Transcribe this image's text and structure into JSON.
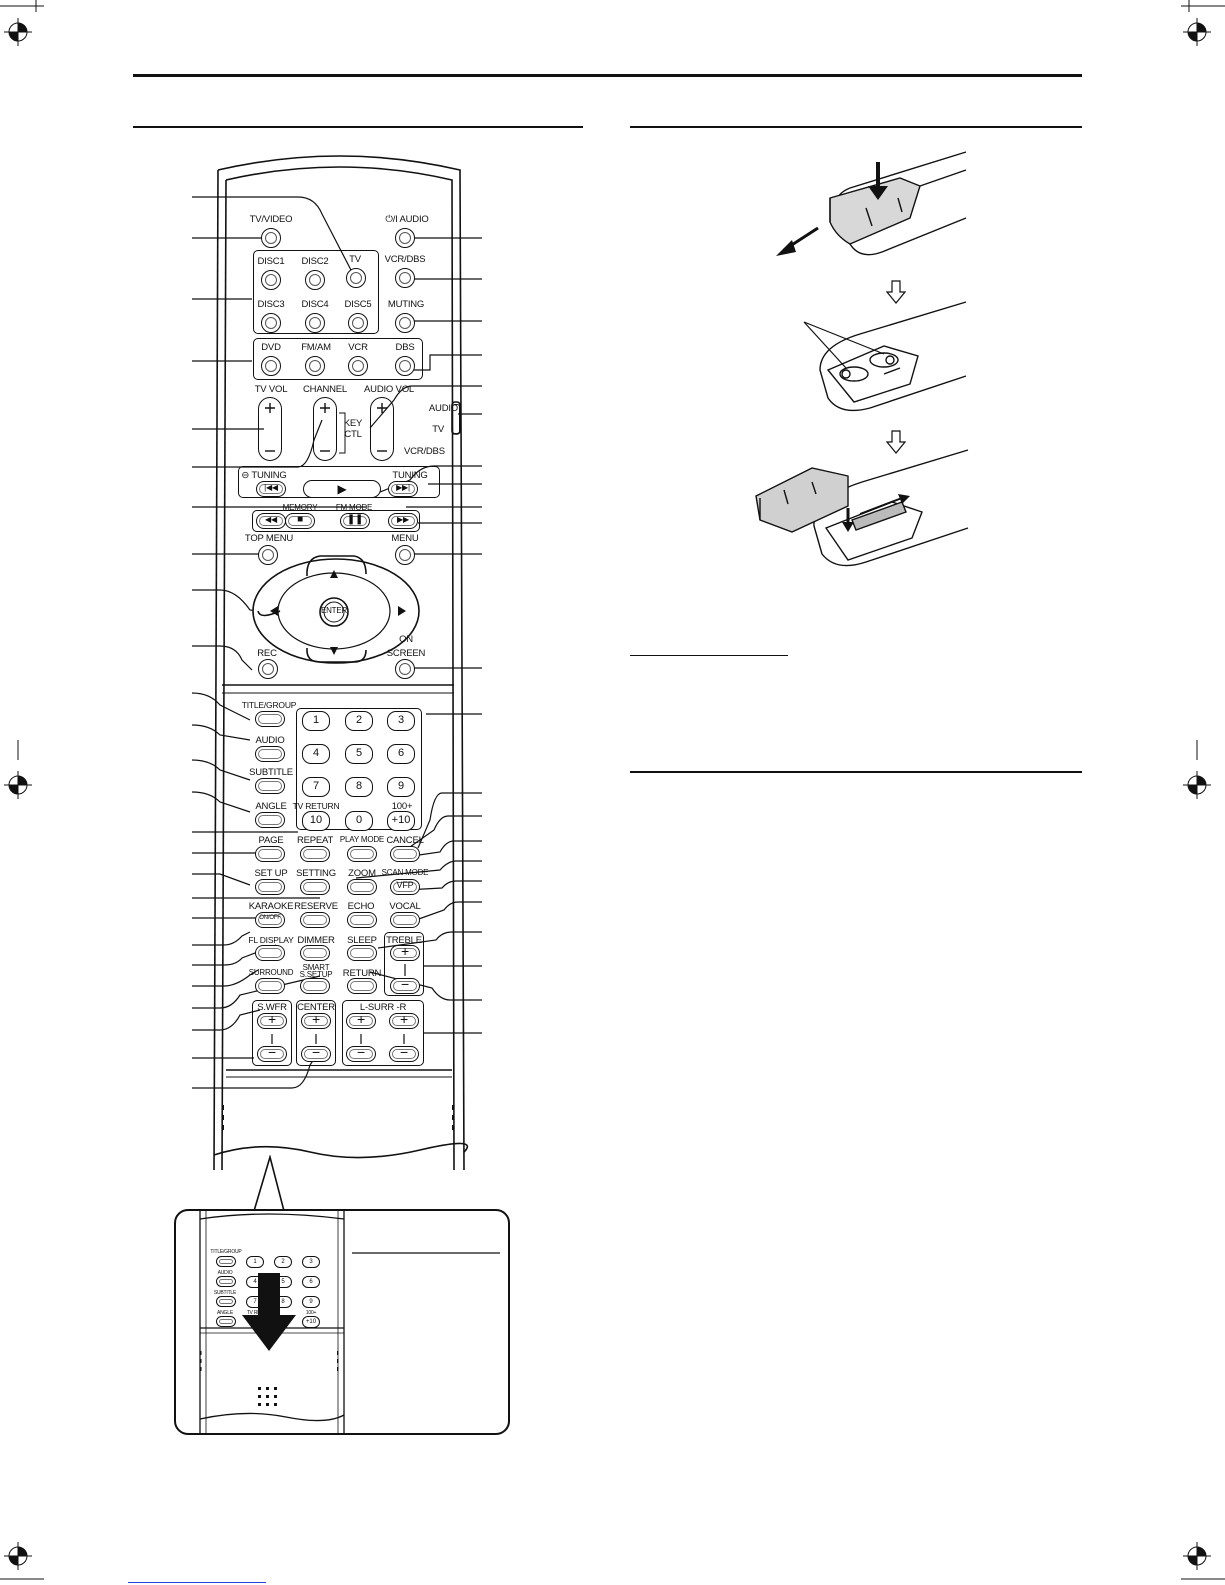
{
  "remote_buttons": {
    "tv_video": "TV/VIDEO",
    "tv_power": "TV",
    "audio_power": "⏻/I AUDIO",
    "vcr_dbs": "VCR/DBS",
    "disc1": "DISC1",
    "disc2": "DISC2",
    "disc3": "DISC3",
    "disc4": "DISC4",
    "disc5": "DISC5",
    "muting": "MUTING",
    "dvd": "DVD",
    "fm_am": "FM/AM",
    "vcr": "VCR",
    "dbs": "DBS",
    "tv_vol": "TV VOL",
    "channel": "CHANNEL",
    "audio_vol": "AUDIO VOL",
    "key": "KEY",
    "ctl": "CTL",
    "switch_audio": "AUDIO",
    "switch_tv": "TV",
    "switch_vcr_dbs": "VCR/DBS",
    "tuning_left": "TUNING",
    "tuning_right": "TUNING",
    "memory": "MEMORY",
    "fm_mode": "FM MODE",
    "top_menu": "TOP MENU",
    "menu": "MENU",
    "enter": "ENTER",
    "rec": "REC",
    "on": "ON",
    "screen": "SCREEN",
    "title_group": "TITLE/GROUP",
    "audio": "AUDIO",
    "subtitle": "SUBTITLE",
    "angle": "ANGLE",
    "tv_return": "TV RETURN",
    "hundred_plus": "100+",
    "page": "PAGE",
    "repeat": "REPEAT",
    "play_mode": "PLAY MODE",
    "cancel": "CANCEL",
    "set_up": "SET UP",
    "setting": "SETTING",
    "zoom": "ZOOM",
    "scan_mode": "SCAN MODE",
    "vfp": "VFP",
    "karaoke": "KARAOKE",
    "on_off": "ON/OFF",
    "reserve": "RESERVE",
    "echo": "ECHO",
    "vocal": "VOCAL",
    "fl_display": "FL DISPLAY",
    "dimmer": "DIMMER",
    "sleep": "SLEEP",
    "treble": "TREBLE",
    "surround": "SURROUND",
    "smart": "SMART",
    "s_setup": "S.SETUP",
    "return": "RETURN",
    "swfr": "S.WFR",
    "center": "CENTER",
    "l_surr_r": "L-SURR -R",
    "digits": [
      "1",
      "2",
      "3",
      "4",
      "5",
      "6",
      "7",
      "8",
      "9",
      "10",
      "0",
      "+10"
    ]
  },
  "inset_buttons": {
    "title_group": "TITLE/GROUP",
    "audio": "AUDIO",
    "subtitle": "SUBTITLE",
    "angle": "ANGLE",
    "tv_ret": "TV RET",
    "hundred_plus": "100+",
    "plus10": "+10",
    "digits": [
      "1",
      "2",
      "3",
      "4",
      "5",
      "6",
      "7",
      "8",
      "9"
    ]
  },
  "colors": {
    "ink": "#111111",
    "link_underline": "#2a3fd6"
  }
}
